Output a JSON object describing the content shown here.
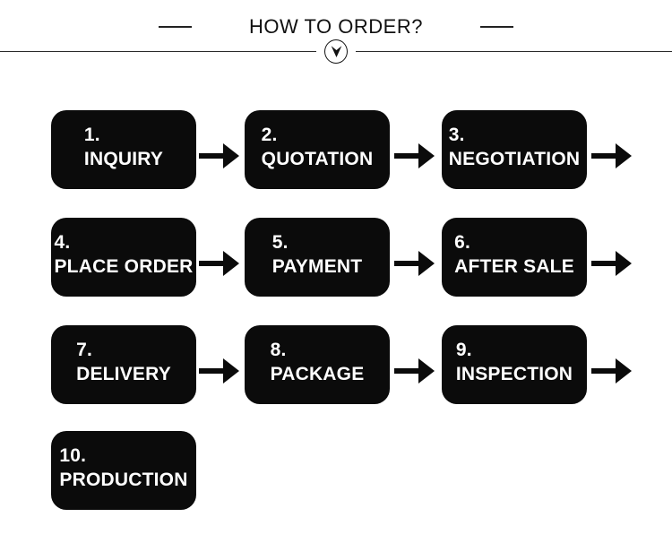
{
  "header": {
    "title": "HOW TO ORDER?"
  },
  "icons": {
    "divider_icon": "down-arrow-in-circle",
    "connector_icon": "right-arrow"
  },
  "colors": {
    "box": "#0b0b0b",
    "box_text": "#ffffff",
    "line": "#2a2a2a",
    "title": "#111111",
    "background": "#ffffff"
  },
  "steps": [
    {
      "number": "1.",
      "label": "INQUIRY"
    },
    {
      "number": "2.",
      "label": "QUOTATION"
    },
    {
      "number": "3.",
      "label": "NEGOTIATION"
    },
    {
      "number": "4.",
      "label": "PLACE ORDER"
    },
    {
      "number": "5.",
      "label": "PAYMENT"
    },
    {
      "number": "6.",
      "label": "AFTER SALE"
    },
    {
      "number": "7.",
      "label": "DELIVERY"
    },
    {
      "number": "8.",
      "label": "PACKAGE"
    },
    {
      "number": "9.",
      "label": "INSPECTION"
    },
    {
      "number": "10.",
      "label": "PRODUCTION"
    }
  ]
}
